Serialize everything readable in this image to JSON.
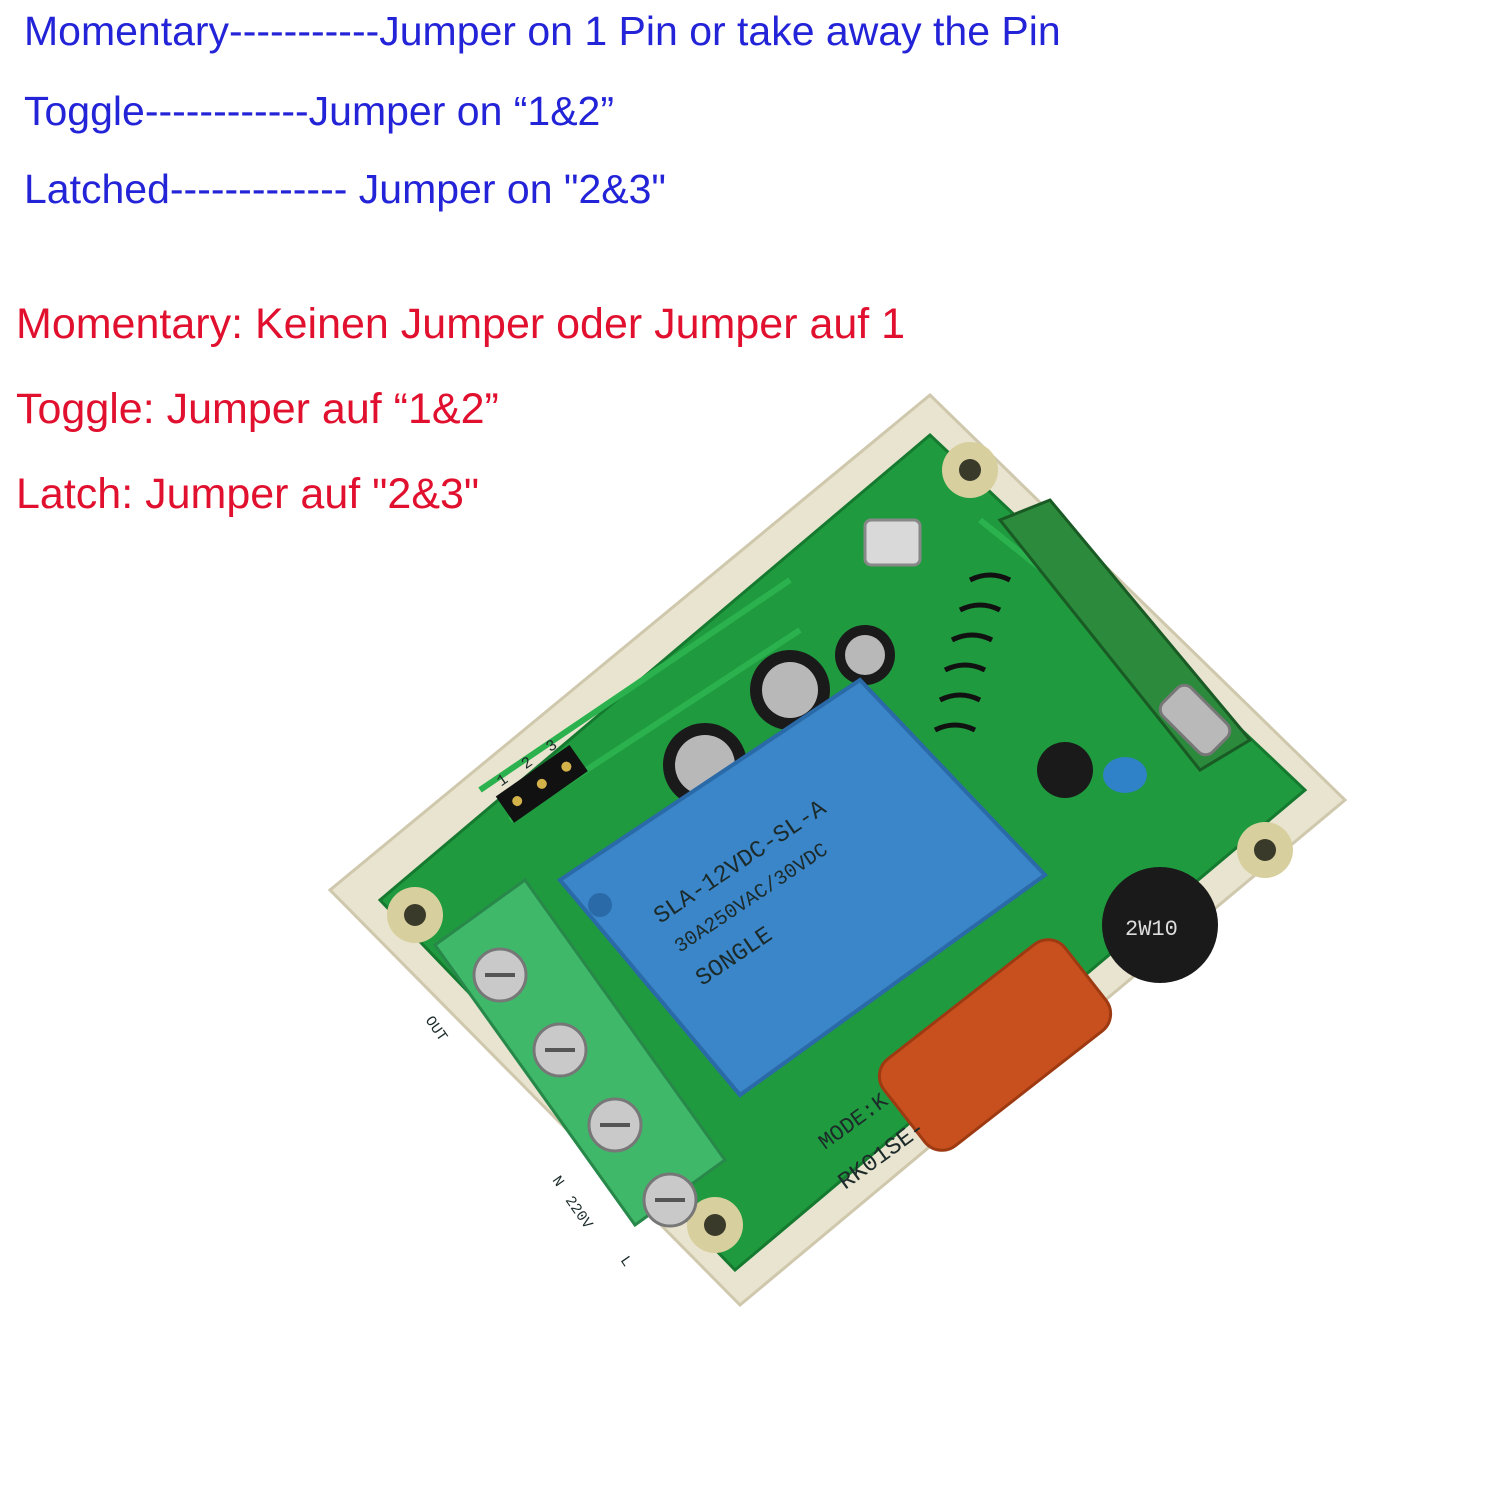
{
  "instructions_en": [
    "Momentary-----------Jumper on 1 Pin or take away the Pin",
    "Toggle------------Jumper on “1&2”",
    "Latched------------- Jumper on \"2&3\""
  ],
  "instructions_de": [
    "Momentary: Keinen Jumper oder Jumper auf 1",
    "Toggle: Jumper auf “1&2”",
    "Latch: Jumper auf \"2&3\""
  ],
  "board": {
    "relay_print": [
      "SLA-12VDC-SL-A",
      "30A250VAC/30VDC",
      "SONGLE"
    ],
    "bridge_print": "2W10",
    "jumper_pins": [
      "1",
      "2",
      "3"
    ],
    "model_print": "MODE:K",
    "board_code": "RK01SE-",
    "terminal_labels": [
      "OUT",
      "N",
      "220V",
      "L"
    ]
  },
  "colors": {
    "english_text": "#2323d8",
    "german_text": "#e0102e",
    "pcb_green": "#1f9a3e",
    "relay_blue": "#3a86c8",
    "terminal_green": "#3fb86a",
    "capacitor_orange": "#c8501e"
  }
}
